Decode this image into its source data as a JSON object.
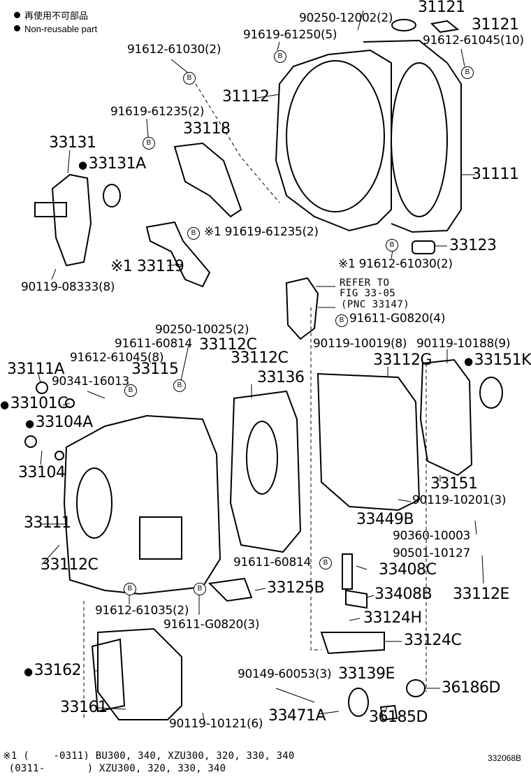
{
  "legend": {
    "line1": "再使用不可部品",
    "line2": "Non-reusable part"
  },
  "bolt_mark": "B",
  "parts": [
    {
      "id": "p1",
      "text": "31121"
    },
    {
      "id": "p2",
      "text": "90250-12002(2)"
    },
    {
      "id": "p3",
      "text": "31121"
    },
    {
      "id": "p4",
      "text": "91619-61250(5)"
    },
    {
      "id": "p5",
      "text": "91612-61045(10)"
    },
    {
      "id": "p6",
      "text": "91612-61030(2)"
    },
    {
      "id": "p7",
      "text": "31112"
    },
    {
      "id": "p8",
      "text": "91619-61235(2)"
    },
    {
      "id": "p9",
      "text": "33118"
    },
    {
      "id": "p10",
      "text": "33131"
    },
    {
      "id": "p11",
      "text": "33131A",
      "nonreusable": true
    },
    {
      "id": "p12",
      "text": "31111"
    },
    {
      "id": "p13",
      "text": "※1 91619-61235(2)"
    },
    {
      "id": "p14",
      "text": "33123"
    },
    {
      "id": "p15",
      "text": "※1 33119"
    },
    {
      "id": "p16",
      "text": "※1 91612-61030(2)"
    },
    {
      "id": "p17",
      "text": "90119-08333(8)"
    },
    {
      "id": "p18",
      "text": "REFER TO"
    },
    {
      "id": "p19",
      "text": "FIG 33-05"
    },
    {
      "id": "p20",
      "text": "(PNC 33147)"
    },
    {
      "id": "p21",
      "text": "91611-G0820(4)"
    },
    {
      "id": "p22",
      "text": "90250-10025(2)"
    },
    {
      "id": "p23",
      "text": "91611-60814"
    },
    {
      "id": "p24",
      "text": "33112C"
    },
    {
      "id": "p25",
      "text": "90119-10019(8)"
    },
    {
      "id": "p26",
      "text": "90119-10188(9)"
    },
    {
      "id": "p27",
      "text": "91612-61045(8)"
    },
    {
      "id": "p28",
      "text": "33115"
    },
    {
      "id": "p29",
      "text": "33112C"
    },
    {
      "id": "p30",
      "text": "33112G"
    },
    {
      "id": "p31",
      "text": "33151K",
      "nonreusable": true
    },
    {
      "id": "p32",
      "text": "33111A"
    },
    {
      "id": "p33",
      "text": "90341-16013"
    },
    {
      "id": "p34",
      "text": "33136"
    },
    {
      "id": "p35",
      "text": "33101C",
      "nonreusable": true
    },
    {
      "id": "p36",
      "text": "33104A",
      "nonreusable": true
    },
    {
      "id": "p37",
      "text": "33104"
    },
    {
      "id": "p38",
      "text": "33151"
    },
    {
      "id": "p39",
      "text": "90119-10201(3)"
    },
    {
      "id": "p40",
      "text": "33111"
    },
    {
      "id": "p41",
      "text": "33449B"
    },
    {
      "id": "p42",
      "text": "90360-10003"
    },
    {
      "id": "p43",
      "text": "90501-10127"
    },
    {
      "id": "p44",
      "text": "33112C"
    },
    {
      "id": "p45",
      "text": "91611-60814"
    },
    {
      "id": "p46",
      "text": "33408C"
    },
    {
      "id": "p47",
      "text": "33125B"
    },
    {
      "id": "p48",
      "text": "33408B"
    },
    {
      "id": "p49",
      "text": "33112E"
    },
    {
      "id": "p50",
      "text": "91612-61035(2)"
    },
    {
      "id": "p51",
      "text": "91611-G0820(3)"
    },
    {
      "id": "p52",
      "text": "33124H"
    },
    {
      "id": "p53",
      "text": "33124C"
    },
    {
      "id": "p54",
      "text": "33162",
      "nonreusable": true
    },
    {
      "id": "p55",
      "text": "90149-60053(3)"
    },
    {
      "id": "p56",
      "text": "33139E"
    },
    {
      "id": "p57",
      "text": "36186D"
    },
    {
      "id": "p58",
      "text": "33161"
    },
    {
      "id": "p59",
      "text": "90119-10121(6)"
    },
    {
      "id": "p60",
      "text": "33471A"
    },
    {
      "id": "p61",
      "text": "36185D"
    }
  ],
  "footnote": {
    "line1": "※1 (    -0311) BU300, 340, XZU300, 320, 330, 340",
    "line2": " (0311-       ) XZU300, 320, 330, 340"
  },
  "diagram_code": "332068B"
}
